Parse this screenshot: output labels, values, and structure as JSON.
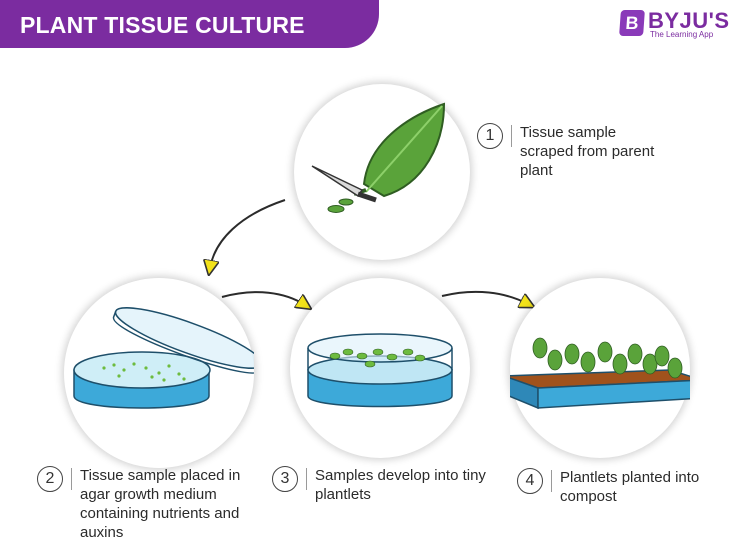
{
  "header": {
    "title": "PLANT TISSUE CULTURE",
    "title_bg_color": "#7b2ca0"
  },
  "brand": {
    "badge_letter": "B",
    "name": "BYJU'S",
    "tagline": "The Learning App",
    "color": "#7b2ca0"
  },
  "steps": [
    {
      "number": "1",
      "text": "Tissue sample scraped from parent plant",
      "illustration": "leaf-with-scalpel"
    },
    {
      "number": "2",
      "text": "Tissue sample placed in agar growth medium containing nutrients and auxins",
      "illustration": "open-petri-dish"
    },
    {
      "number": "3",
      "text": "Samples develop into tiny plantlets",
      "illustration": "petri-dish-with-plantlets"
    },
    {
      "number": "4",
      "text": "Plantlets planted into compost",
      "illustration": "compost-tray-with-plantlets"
    }
  ],
  "flow_arrows": [
    {
      "from": "1",
      "to": "2"
    },
    {
      "from": "2",
      "to": "3"
    },
    {
      "from": "3",
      "to": "4"
    }
  ],
  "colors": {
    "leaf": "#5aa33a",
    "arrow": "#f2e21a",
    "dish": "#3da9d9",
    "soil": "#a0521c"
  }
}
